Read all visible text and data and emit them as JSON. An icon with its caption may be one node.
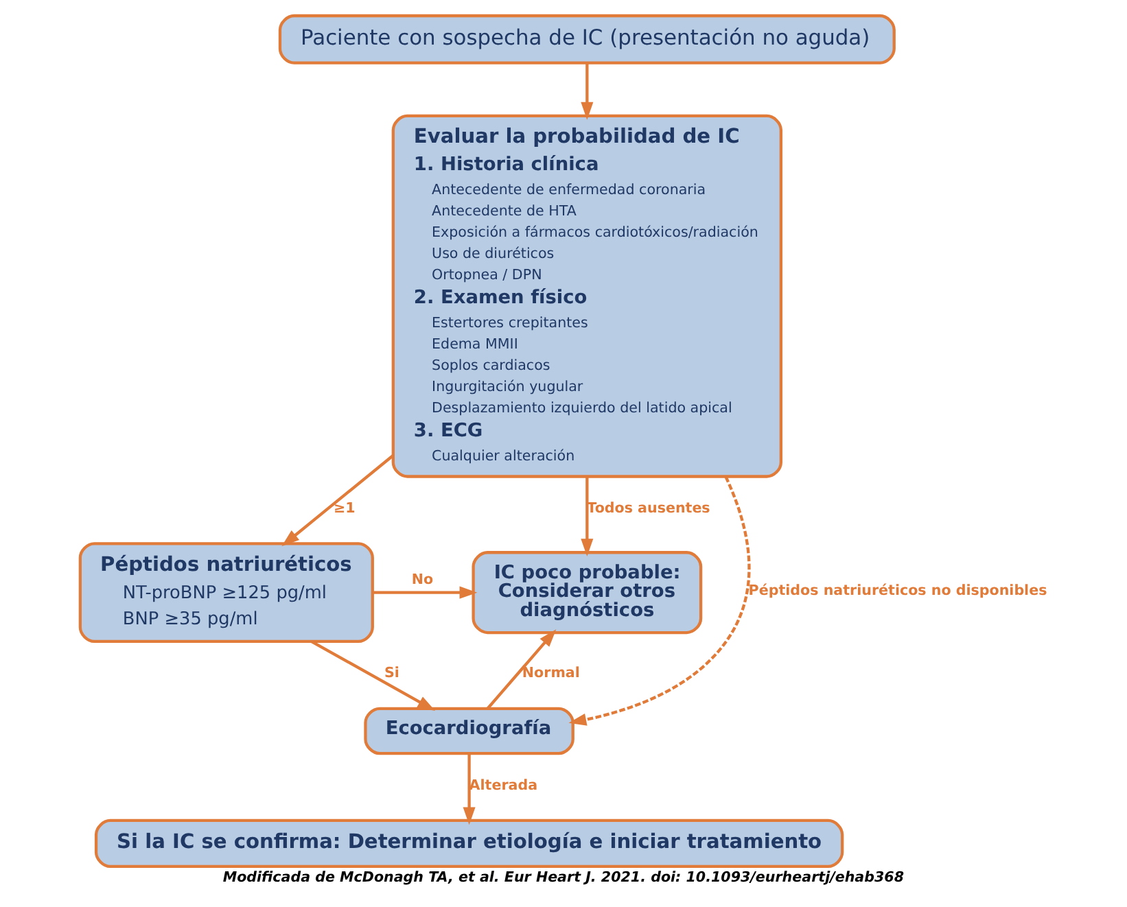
{
  "diagram": {
    "caption": "Modificada de McDonagh TA, et al. Eur Heart J. 2021. doi: 10.1093/eurheartj/ehab368",
    "nodes": [
      {
        "text": [
          "Paciente con sospecha de IC (presentación no aguda)"
        ]
      },
      {
        "text": [
          "Evaluar la probabilidad de IC",
          "1. Historia clínica",
          "Antecedente de enfermedad coronaria",
          "Antecedente de HTA",
          "Exposición a fármacos cardiotóxicos/radiación",
          "Uso de diuréticos",
          "Ortopnea / DPN",
          "2. Examen físico",
          "Estertores crepitantes",
          "Edema MMII",
          "Soplos cardiacos",
          "Ingurgitación yugular",
          "Desplazamiento izquierdo del latido apical",
          "3. ECG",
          "Cualquier alteración"
        ]
      },
      {
        "text": [
          "Péptidos natriuréticos",
          "NT-proBNP ≥125 pg/ml",
          "BNP ≥35 pg/ml"
        ]
      },
      {
        "text": [
          "IC poco probable: Considerar otros diagnósticos"
        ]
      },
      {
        "text": [
          "Ecocardiografía"
        ]
      },
      {
        "text": [
          "Si la IC se confirma: Determinar etiología e iniciar tratamiento"
        ]
      }
    ],
    "edges": [
      {
        "from": 0,
        "to": 1,
        "arrow": "to"
      },
      {
        "from": 1,
        "to": 2,
        "arrow": "to",
        "label": "≥1"
      },
      {
        "from": 1,
        "to": 3,
        "arrow": "to",
        "label": "Todos ausentes"
      },
      {
        "from": 1,
        "to": 4,
        "arrow": "to",
        "label": "Péptidos natriuréticos no disponibles",
        "style": "dashed"
      },
      {
        "from": 2,
        "to": 3,
        "arrow": "to",
        "label": "No"
      },
      {
        "from": 2,
        "to": 4,
        "arrow": "to",
        "label": "Si"
      },
      {
        "from": 4,
        "to": 3,
        "arrow": "to",
        "label": "Normal"
      },
      {
        "from": 4,
        "to": 5,
        "arrow": "to",
        "label": "Alterada"
      }
    ]
  }
}
